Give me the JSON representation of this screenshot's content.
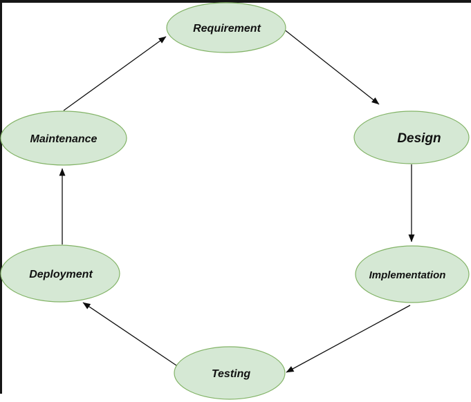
{
  "diagram": {
    "colors": {
      "node_fill": "#d5e8d4",
      "node_stroke": "#82b366",
      "arrow": "#0d0d0d",
      "frame": "#161616"
    },
    "nodes": [
      {
        "id": "requirement",
        "label": "Requirement"
      },
      {
        "id": "design",
        "label": "Design"
      },
      {
        "id": "implementation",
        "label": "Implementation"
      },
      {
        "id": "testing",
        "label": "Testing"
      },
      {
        "id": "deployment",
        "label": "Deployment"
      },
      {
        "id": "maintenance",
        "label": "Maintenance"
      }
    ],
    "edges": [
      {
        "from": "Requirement",
        "to": "Design"
      },
      {
        "from": "Design",
        "to": "Implementation"
      },
      {
        "from": "Implementation",
        "to": "Testing"
      },
      {
        "from": "Testing",
        "to": "Deployment"
      },
      {
        "from": "Deployment",
        "to": "Maintenance"
      },
      {
        "from": "Maintenance",
        "to": "Requirement"
      }
    ]
  }
}
